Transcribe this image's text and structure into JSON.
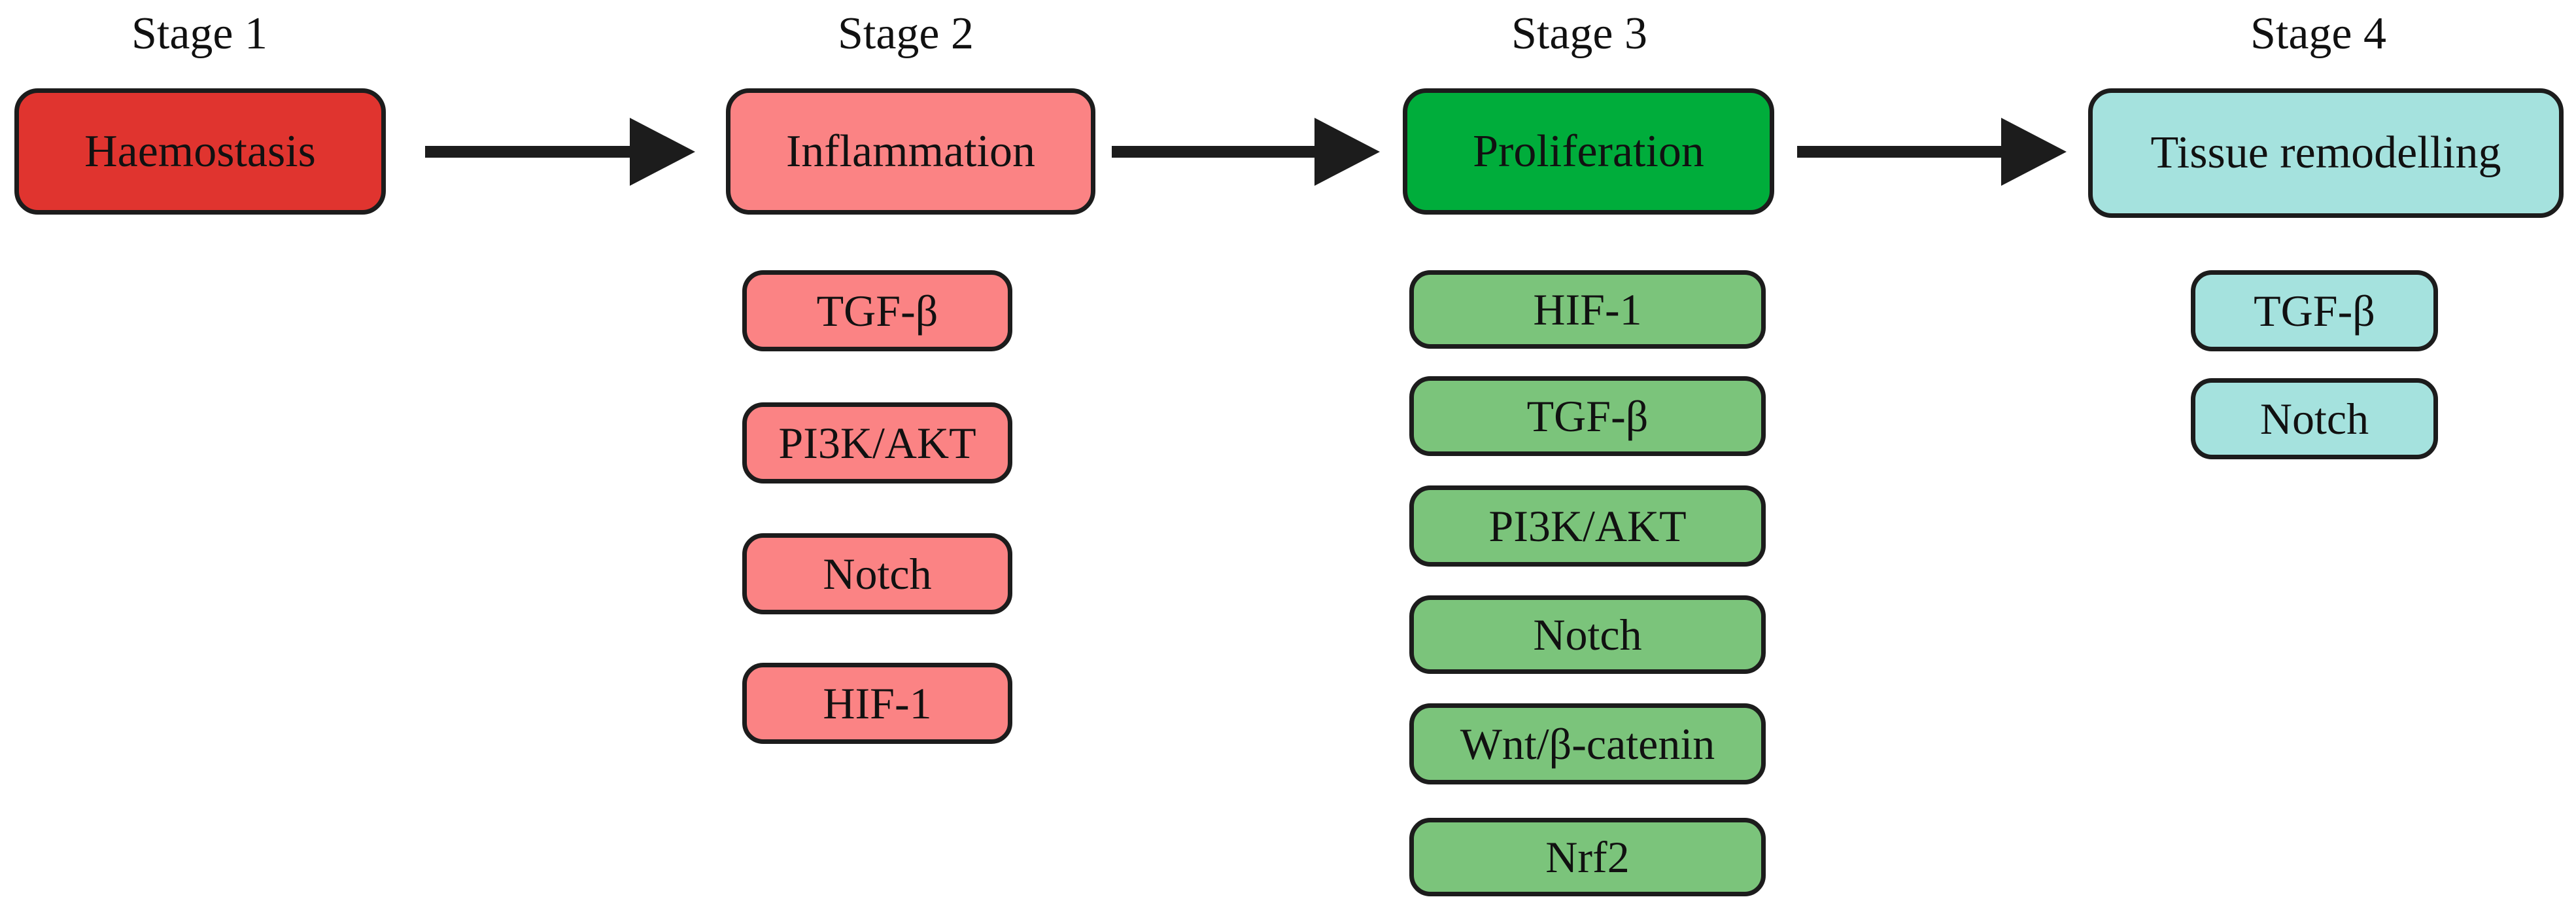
{
  "stages": [
    {
      "title": "Stage 1",
      "label": "Haemostasis",
      "color": "#e0342f",
      "pathways": []
    },
    {
      "title": "Stage 2",
      "label": "Inflammation",
      "color": "#fb8384",
      "pathways": [
        "TGF-β",
        "PI3K/AKT",
        "Notch",
        "HIF-1"
      ]
    },
    {
      "title": "Stage 3",
      "label": "Proliferation",
      "color": "#00ad3b",
      "sub_color": "#7bc47b",
      "pathways": [
        "HIF-1",
        "TGF-β",
        "PI3K/AKT",
        "Notch",
        "Wnt/β-catenin",
        "Nrf2"
      ]
    },
    {
      "title": "Stage 4",
      "label": "Tissue remodelling",
      "color": "#a5e2de",
      "pathways": [
        "TGF-β",
        "Notch"
      ]
    }
  ],
  "arrow_color": "#1c1c1c"
}
